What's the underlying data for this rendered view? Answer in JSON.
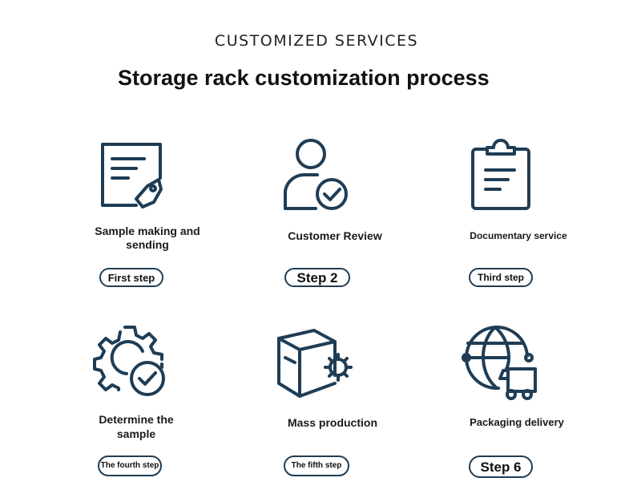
{
  "header": {
    "eyebrow": "CUSTOMIZED SERVICES",
    "title": "Storage rack customization process"
  },
  "colors": {
    "icon_stroke": "#1f3d55",
    "text": "#111111"
  },
  "steps": [
    {
      "icon": "document-tag-icon",
      "label": "Sample making and sending",
      "badge": "First step"
    },
    {
      "icon": "user-check-icon",
      "label": "Customer Review",
      "badge": "Step 2"
    },
    {
      "icon": "clipboard-icon",
      "label": "Documentary service",
      "badge": "Third step"
    },
    {
      "icon": "gear-check-icon",
      "label": "Determine the sample",
      "badge": "The fourth step"
    },
    {
      "icon": "box-gear-icon",
      "label": "Mass production",
      "badge": "The fifth step"
    },
    {
      "icon": "globe-truck-icon",
      "label": "Packaging delivery",
      "badge": "Step 6"
    }
  ]
}
